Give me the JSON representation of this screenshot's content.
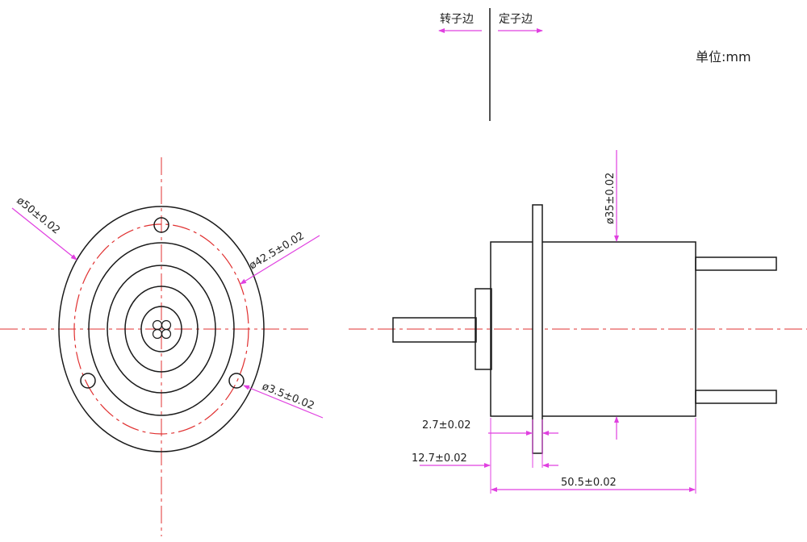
{
  "header": {
    "rotor_side_label": "转子边",
    "stator_side_label": "定子边",
    "unit_label": "单位:mm"
  },
  "front_view": {
    "outer_diameter_label": "ø50±0.02",
    "bolt_circle_label": "ø42.5±0.02",
    "hole_diameter_label": "ø3.5±0.02"
  },
  "side_view": {
    "body_diameter_label": "ø35±0.02",
    "flange_thickness_label": "2.7±0.02",
    "flange_offset_label": "12.7±0.02",
    "body_length_label": "50.5±0.02"
  },
  "colors": {
    "outline": "#1a1a1a",
    "centerline": "#e03030",
    "dimension": "#e040e0"
  }
}
